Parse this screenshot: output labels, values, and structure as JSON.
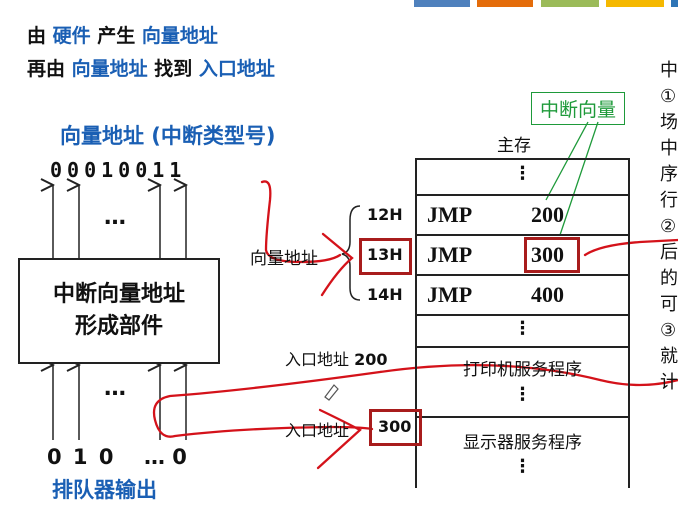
{
  "colors": {
    "accent_blue": "#1a5fb4",
    "note_green": "#1e9a3a",
    "highlight_red": "#a81c1c",
    "ink_red": "#d4121a"
  },
  "top_tabs": [
    "#4f81bd",
    "#e46c0a",
    "#9bbb59",
    "#f5b800",
    "#2e75b6"
  ],
  "heading": {
    "line1_prefix": "由 ",
    "line1_blue": "硬件",
    "line1_mid": " 产生 ",
    "line1_blue2": "向量地址",
    "line2_prefix": "再由 ",
    "line2_blue": "向量地址",
    "line2_mid": " 找到 ",
    "line2_blue2": "入口地址"
  },
  "vector_title": "向量地址 (中断类型号)",
  "vector_bits": "00010011",
  "ellipsis": "…",
  "vector_former": {
    "line1": "中断向量地址",
    "line2": "形成部件"
  },
  "queue_bits": "0 1 0",
  "queue_tail": "… 0",
  "queue_label": "排队器输出",
  "memory": {
    "title": "主存",
    "note": "中断向量",
    "vector_brace_label": "向量地址",
    "rows": [
      {
        "addr": "12H",
        "op": "JMP",
        "target": "200"
      },
      {
        "addr": "13H",
        "op": "JMP",
        "target": "300"
      },
      {
        "addr": "14H",
        "op": "JMP",
        "target": "400"
      }
    ],
    "dots": "⋮",
    "entry1_label": "入口地址",
    "entry1_value": "200",
    "entry1_service": "打印机服务程序",
    "entry2_label": "入口地址",
    "entry2_value": "300",
    "entry2_service": "显示器服务程序"
  },
  "cutoff_text": [
    "中",
    "①",
    "场",
    "中",
    "序",
    "行",
    "②",
    "后",
    "的",
    "可",
    "③",
    "就",
    "计"
  ]
}
